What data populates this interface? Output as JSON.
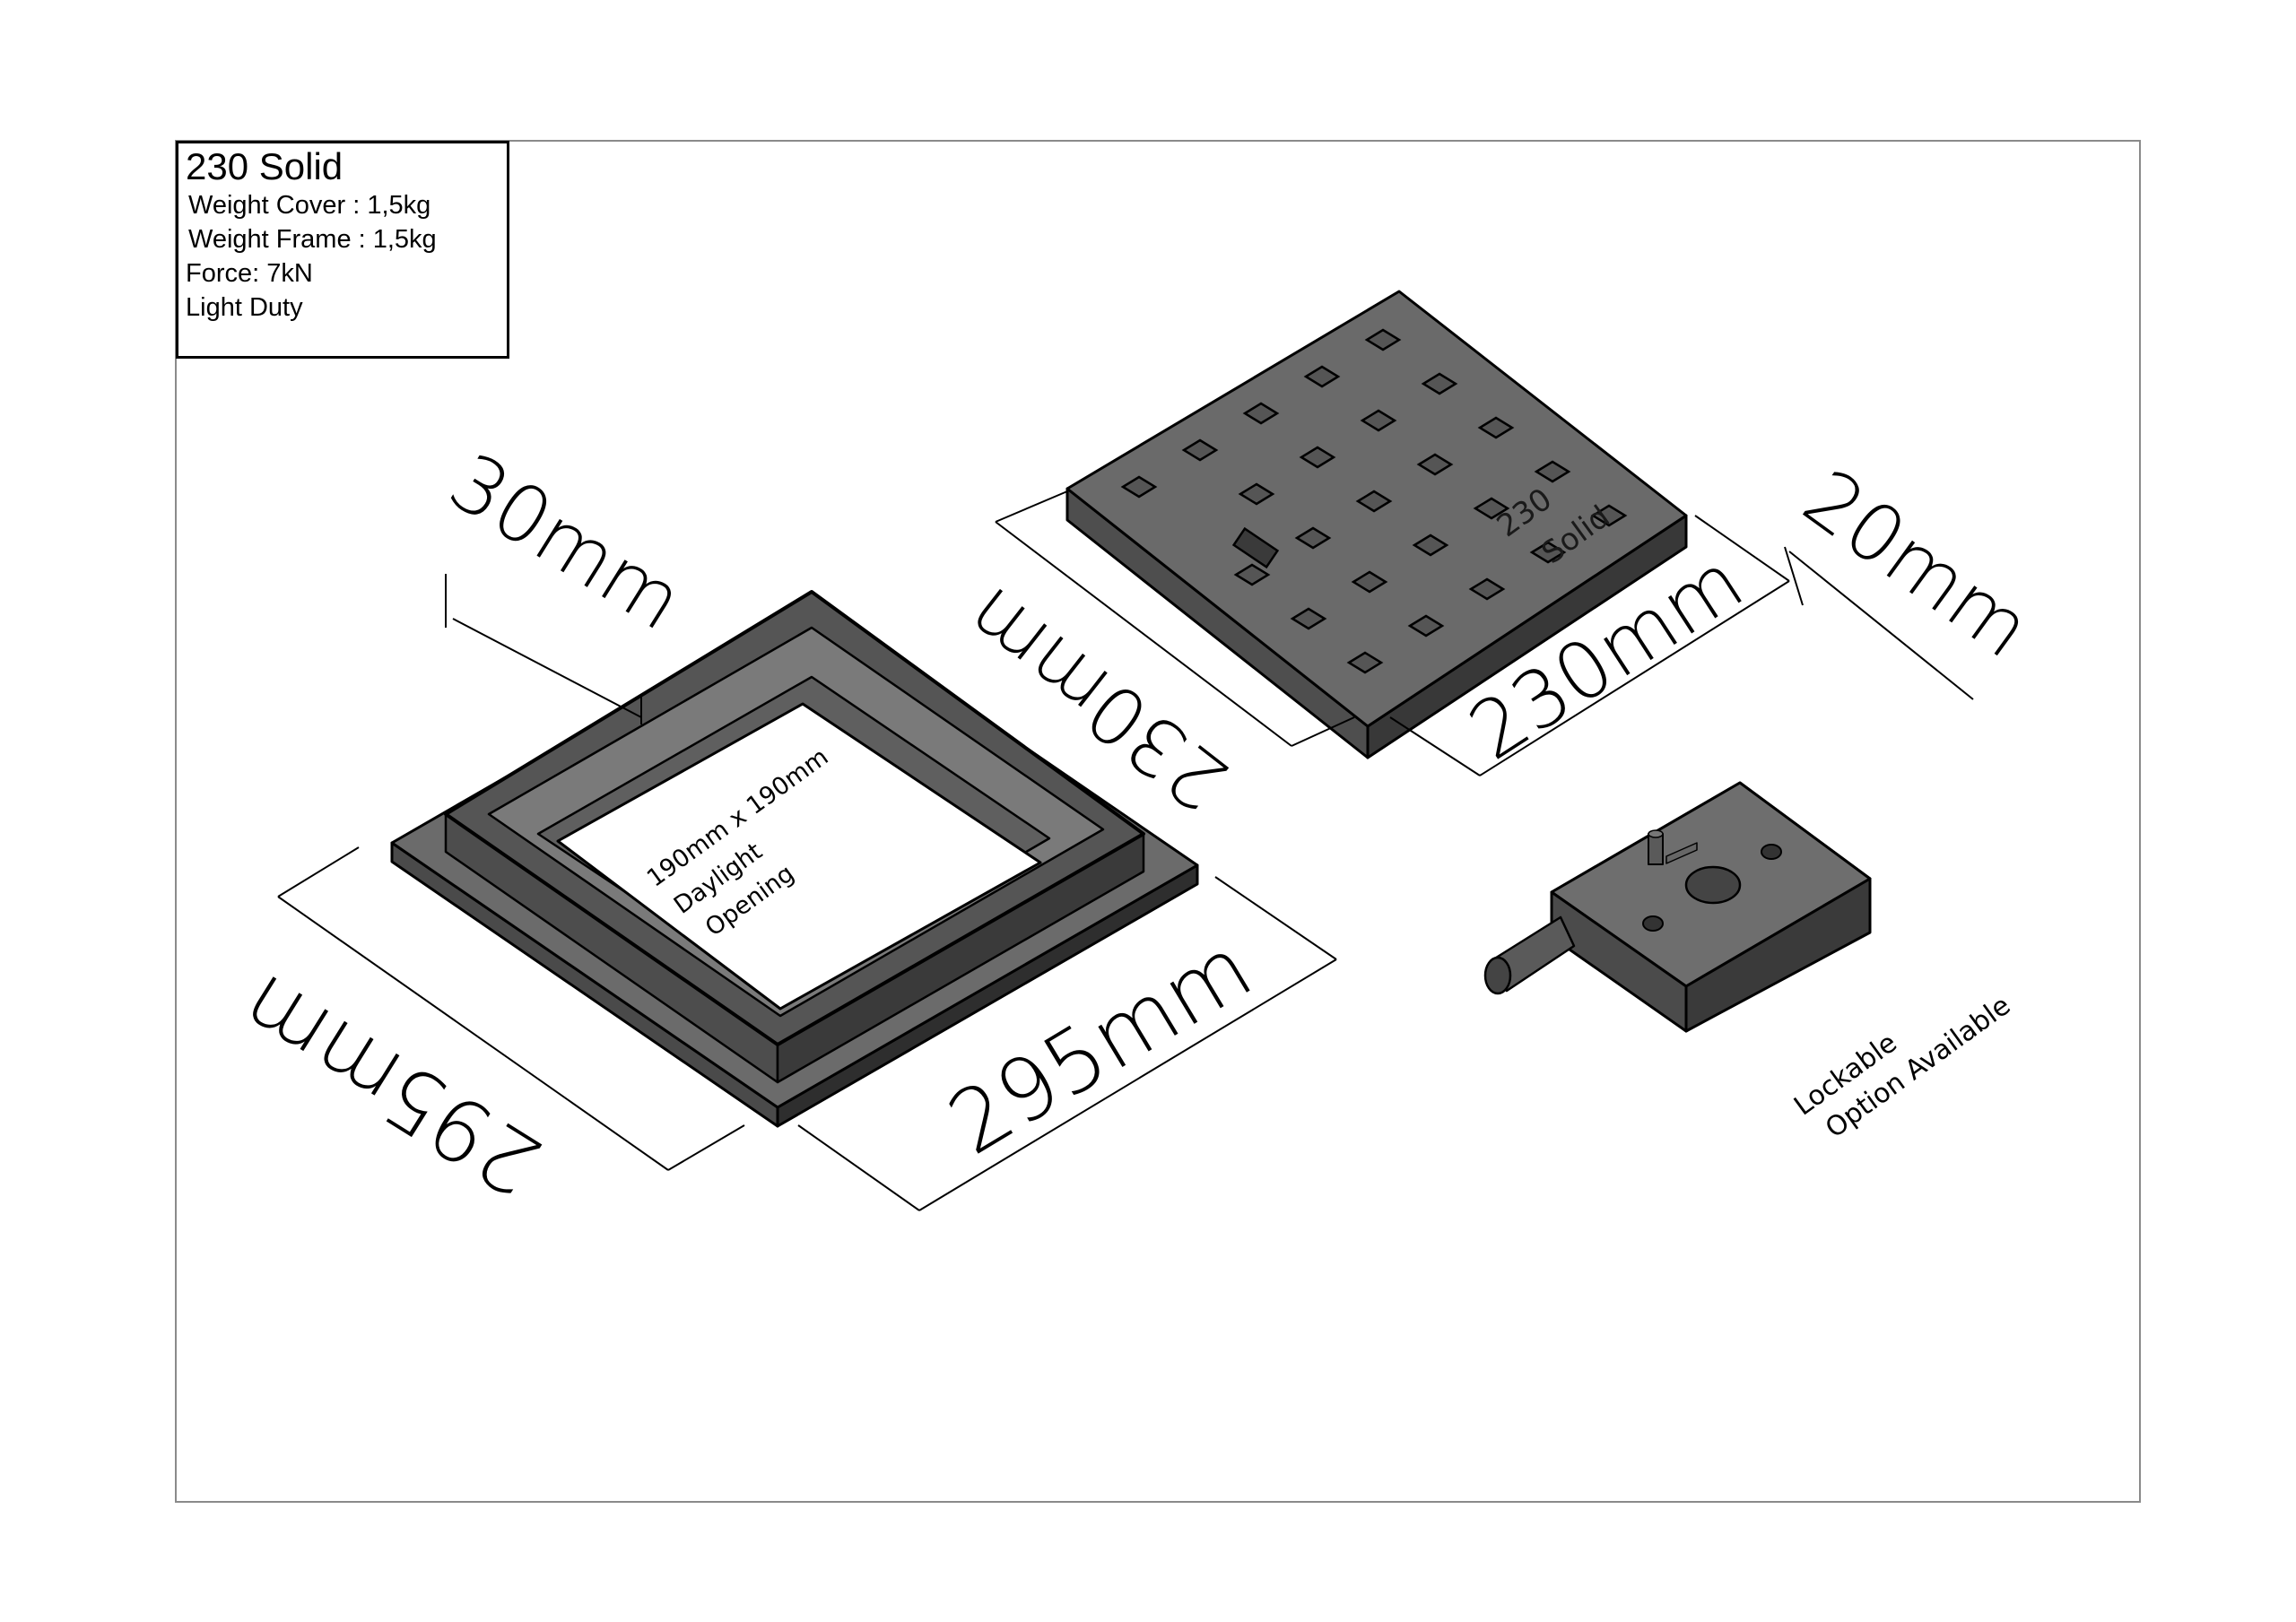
{
  "info": {
    "title": "230 Solid",
    "weight_cover": "Weight Cover : 1,5kg",
    "weight_frame": "Weight Frame : 1,5kg",
    "force": "Force: 7kN",
    "duty": "Light Duty"
  },
  "frame": {
    "opening_line1": "190mm x 190mm",
    "opening_line2": "Daylight",
    "opening_line3": "Opening",
    "depth": "30mm",
    "length_left": "295mm",
    "length_right": "295mm"
  },
  "cover": {
    "emboss_line1": "230",
    "emboss_line2": "Solid",
    "length_left": "230mm",
    "length_right": "230mm",
    "depth": "20mm"
  },
  "lock": {
    "line1": "Lockable",
    "line2": "Option Available"
  }
}
